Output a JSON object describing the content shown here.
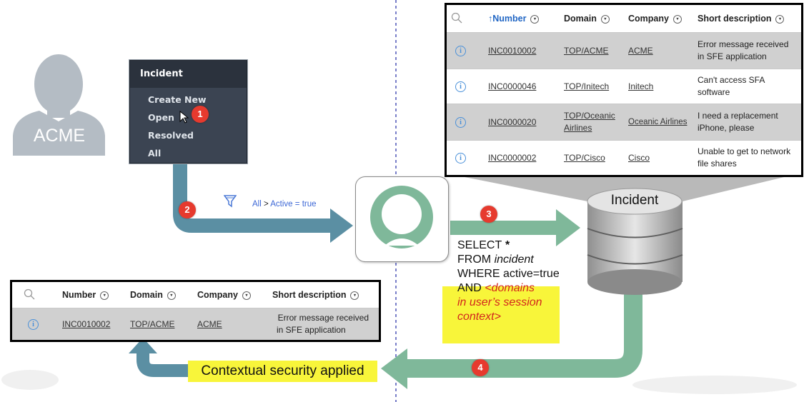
{
  "user": {
    "label": "ACME"
  },
  "menu": {
    "title": "Incident",
    "items": [
      "Create New",
      "Open",
      "Resolved",
      "All"
    ]
  },
  "steps": [
    "1",
    "2",
    "3",
    "4"
  ],
  "filter": {
    "breadcrumb_all": "All",
    "separator": ">",
    "condition": "Active = true"
  },
  "database": {
    "label": "Incident"
  },
  "query": {
    "select": "SELECT",
    "star": "*",
    "from": "FROM",
    "table": "incident",
    "where": "WHERE active=true",
    "and": "AND",
    "domains_line1": "<domains",
    "domains_line2": "in user’s session",
    "domains_line3": "context>"
  },
  "security_note": "Contextual security applied",
  "top_table": {
    "columns": [
      "Number",
      "Domain",
      "Company",
      "Short description"
    ],
    "sort_arrow": "↑",
    "rows": [
      {
        "number": "INC0010002",
        "domain": "TOP/ACME",
        "company": "ACME",
        "desc1": "Error message received",
        "desc2": "in SFE application"
      },
      {
        "number": "INC0000046",
        "domain": "TOP/Initech",
        "company": "Initech",
        "desc1": "Can't access SFA",
        "desc2": "software"
      },
      {
        "number": "INC0000020",
        "domain": "TOP/Oceanic Airlines",
        "company": "Oceanic Airlines",
        "desc1": "I need a replacement",
        "desc2": "iPhone, please"
      },
      {
        "number": "INC0000002",
        "domain": "TOP/Cisco",
        "company": "Cisco",
        "desc1": "Unable to get to network",
        "desc2": "file shares"
      }
    ]
  },
  "bottom_table": {
    "columns": [
      "Number",
      "Domain",
      "Company",
      "Short description"
    ],
    "rows": [
      {
        "number": "INC0010002",
        "domain": "TOP/ACME",
        "company": "ACME",
        "desc1": "Error message received",
        "desc2": "in SFE application"
      }
    ]
  },
  "colors": {
    "blue_arrow": "#5b8fa3",
    "green_arrow": "#7fb89a",
    "badge": "#e63a2e",
    "highlight": "#f8f53a"
  }
}
